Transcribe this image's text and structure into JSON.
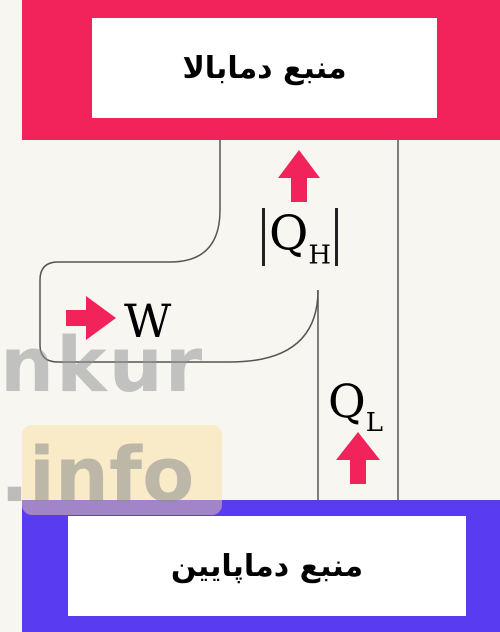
{
  "hot_reservoir": {
    "label": "منبع دمابالا",
    "color": "#f2235a"
  },
  "cold_reservoir": {
    "label": "منبع دماپایین",
    "color": "#5a3cf0"
  },
  "heat_in": {
    "symbol": "Q",
    "subscript": "H"
  },
  "heat_out": {
    "symbol": "Q",
    "subscript": "L"
  },
  "work": {
    "symbol": "W"
  },
  "arrow_color": "#f2235a",
  "watermark": {
    "line1": "nkur",
    "line2": ".info"
  }
}
